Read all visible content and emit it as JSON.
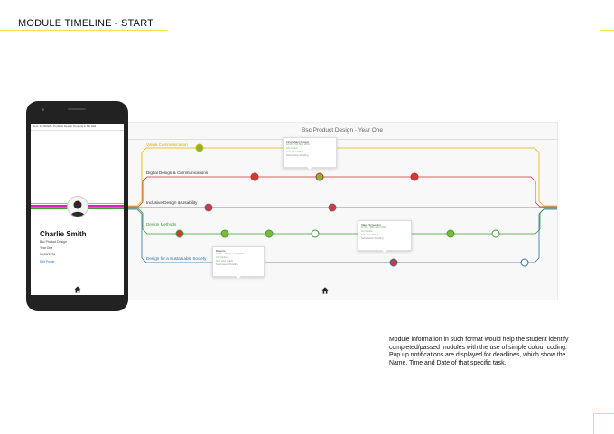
{
  "page": {
    "title": "MODULE TIMELINE - START",
    "accent_color": "#f0e24a",
    "description": "Module information in such format would help the student identify completed/passed modules with the use of simple colour coding. Pop up notifications are displayed for deadlines, which show the Name, Time and Date of that specific task."
  },
  "phone": {
    "browser_bar": "Next: 10:00AM – Portfolio Design Projects in BE Hall",
    "profile": {
      "name": "Charlie Smith",
      "course": "Bsc Product Design",
      "year": "Year One",
      "date": "09/03/1996",
      "edit_link": "Edit Profile"
    },
    "home_icon": "home-icon"
  },
  "panel": {
    "header": "Bsc Product Design - Year One",
    "home_icon": "home-icon"
  },
  "lanes": [
    {
      "label": "Visual Communication",
      "color": "#e0b400"
    },
    {
      "label": "Digital Design & Communications",
      "color": "#cc2d2d"
    },
    {
      "label": "Inclusive Design & Usability",
      "color": "#7d5a9a"
    },
    {
      "label": "Design Methods",
      "color": "#3f9c35"
    },
    {
      "label": "Design for a Sustainable Society",
      "color": "#2f6f9e"
    }
  ],
  "status_colors": {
    "completed": "#7fb838",
    "failed_or_due": "#cf3a32",
    "upcoming": "#ffffff"
  },
  "popups": [
    {
      "title": "Final Major Project",
      "time": "11:00 – 6th May 2019",
      "room": "CC Centre",
      "tutor": "Ivan Cruz (TE4)",
      "status": "Submission Pending"
    },
    {
      "title": "Reports",
      "time": "11:00 – 6th January 2019",
      "room": "CC Centre",
      "tutor": "Ivan Cruz (TE4)",
      "status": "Submission Pending"
    },
    {
      "title": "Value Screening",
      "time": "11:00 – 15th April 2019",
      "room": "CC Centre",
      "tutor": "Ivan Cruz (TE4)",
      "status": "Submission Pending"
    }
  ]
}
